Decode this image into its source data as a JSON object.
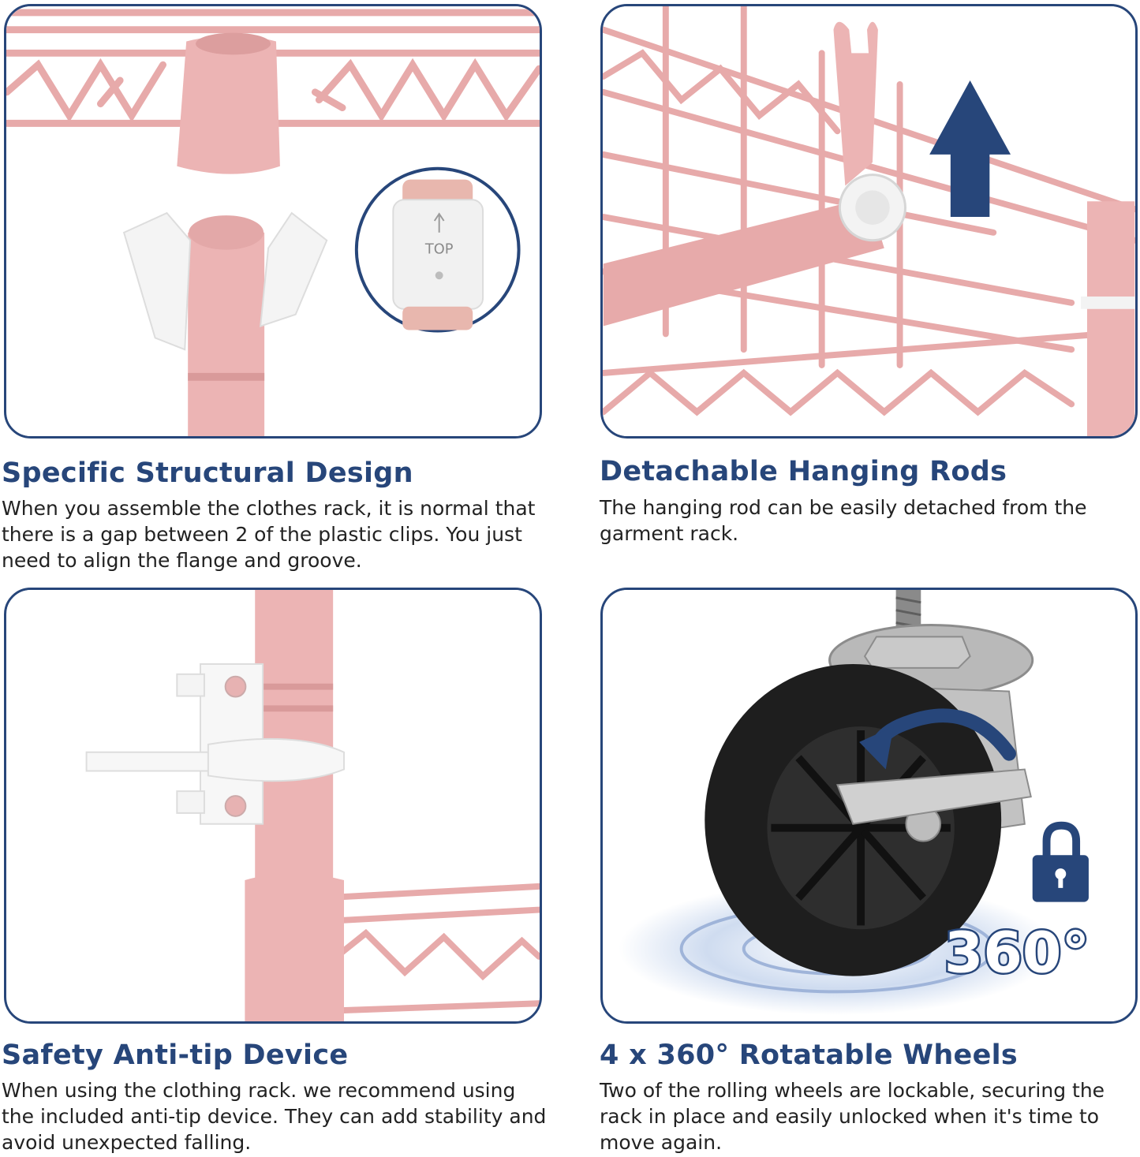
{
  "colors": {
    "accent": "#27467a",
    "rack_pink": "#ecb4b4",
    "text": "#222222"
  },
  "panels": [
    {
      "title": "Specific Structural Design",
      "description": "When you assemble the clothes rack, it is normal that there is a gap between 2 of the plastic clips. You just need to align the flange and groove.",
      "image_label": "TOP"
    },
    {
      "title": "Detachable Hanging Rods",
      "description": "The hanging rod can be easily detached from the garment rack."
    },
    {
      "title": "Safety Anti-tip Device",
      "description": "When using the clothing rack. we recommend using the included anti-tip device. They can add stability and avoid unexpected falling."
    },
    {
      "title": "4 x 360° Rotatable Wheels",
      "description": "Two of the rolling wheels are lockable, securing the rack in place and easily unlocked when it's time to move again.",
      "image_label": "360°"
    }
  ]
}
